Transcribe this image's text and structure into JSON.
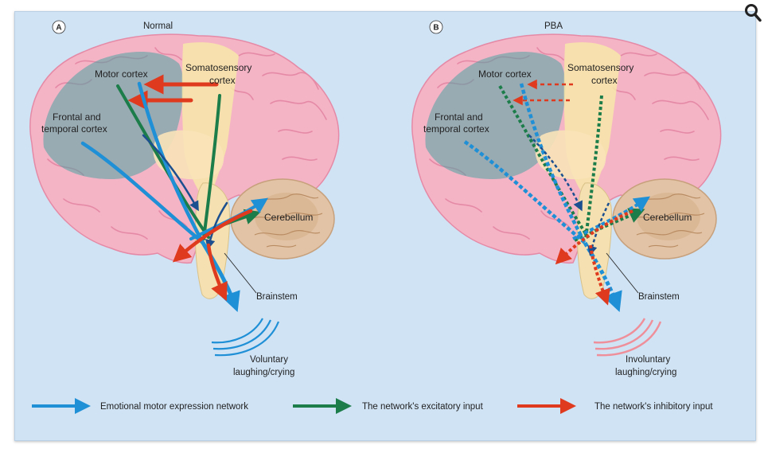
{
  "panels": {
    "a": {
      "letter": "A",
      "title": "Normal",
      "motor_cortex": "Motor cortex",
      "somatosensory_line1": "Somatosensory",
      "somatosensory_line2": "cortex",
      "frontal_line1": "Frontal and",
      "frontal_line2": "temporal cortex",
      "cerebellum": "Cerebellum",
      "brainstem": "Brainstem",
      "output_line1": "Voluntary",
      "output_line2": "laughing/crying"
    },
    "b": {
      "letter": "B",
      "title": "PBA",
      "motor_cortex": "Motor cortex",
      "somatosensory_line1": "Somatosensory",
      "somatosensory_line2": "cortex",
      "frontal_line1": "Frontal and",
      "frontal_line2": "temporal cortex",
      "cerebellum": "Cerebellum",
      "brainstem": "Brainstem",
      "output_line1": "Involuntary",
      "output_line2": "laughing/crying"
    }
  },
  "legend": {
    "emotional": "Emotional motor expression network",
    "excitatory": "The network's excitatory input",
    "inhibitory": "The network's inhibitory input"
  },
  "colors": {
    "blue": "#1f8fd6",
    "green": "#1c7d4a",
    "red": "#e03a1e",
    "background": "#cfe3f5",
    "brain": "#f5b3c6"
  },
  "icons": {
    "zoom": "magnifier-icon"
  }
}
